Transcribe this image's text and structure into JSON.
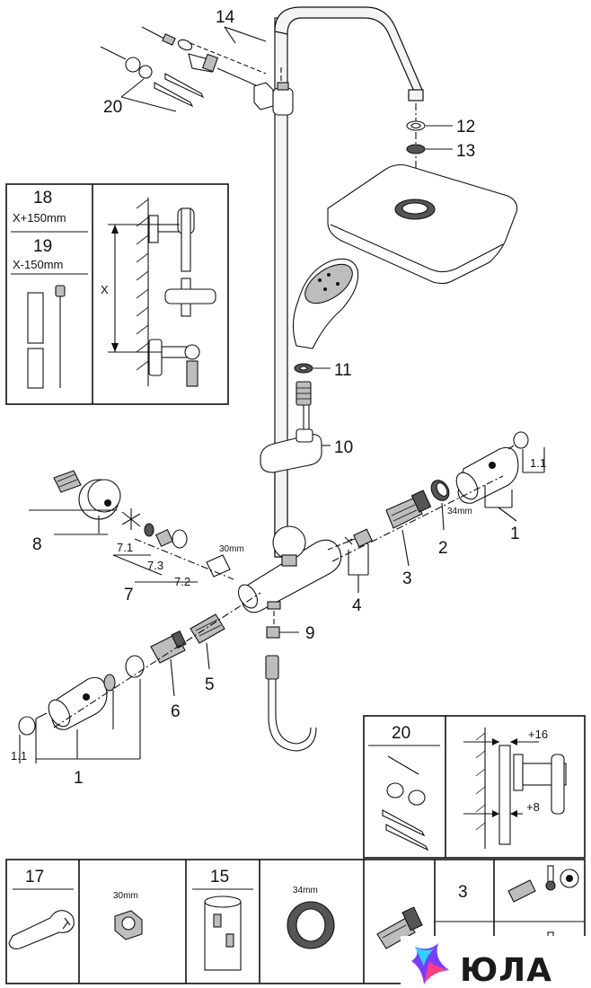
{
  "labels": {
    "p1_right": "1",
    "p1_1_right": "1.1",
    "p2": "2",
    "p3": "3",
    "p4": "4",
    "p5": "5",
    "p6": "6",
    "p7": "7",
    "p7_1": "7.1",
    "p7_2": "7.2",
    "p7_3": "7.3",
    "p8": "8",
    "p9": "9",
    "p10": "10",
    "p11": "11",
    "p12": "12",
    "p13": "13",
    "p14": "14",
    "p20_top": "20",
    "p1_left": "1",
    "p1_1_left": "1.1",
    "dim_30mm": "30mm",
    "dim_34mm": "34mm"
  },
  "inset_height": {
    "p18": "18",
    "p18_dim": "X+150mm",
    "p19": "19",
    "p19_dim": "X-150mm",
    "x_label": "X"
  },
  "inset_wall": {
    "p20": "20",
    "offset_top": "+16",
    "offset_bottom": "+8"
  },
  "tools": {
    "p17": "17",
    "wrench_size": "30mm",
    "p15": "15",
    "ring_size": "34mm",
    "p3": "3"
  },
  "watermark": {
    "brand": "ЮЛА",
    "colors": [
      "#ff3d7f",
      "#7a3cff",
      "#2ad4ff"
    ]
  }
}
